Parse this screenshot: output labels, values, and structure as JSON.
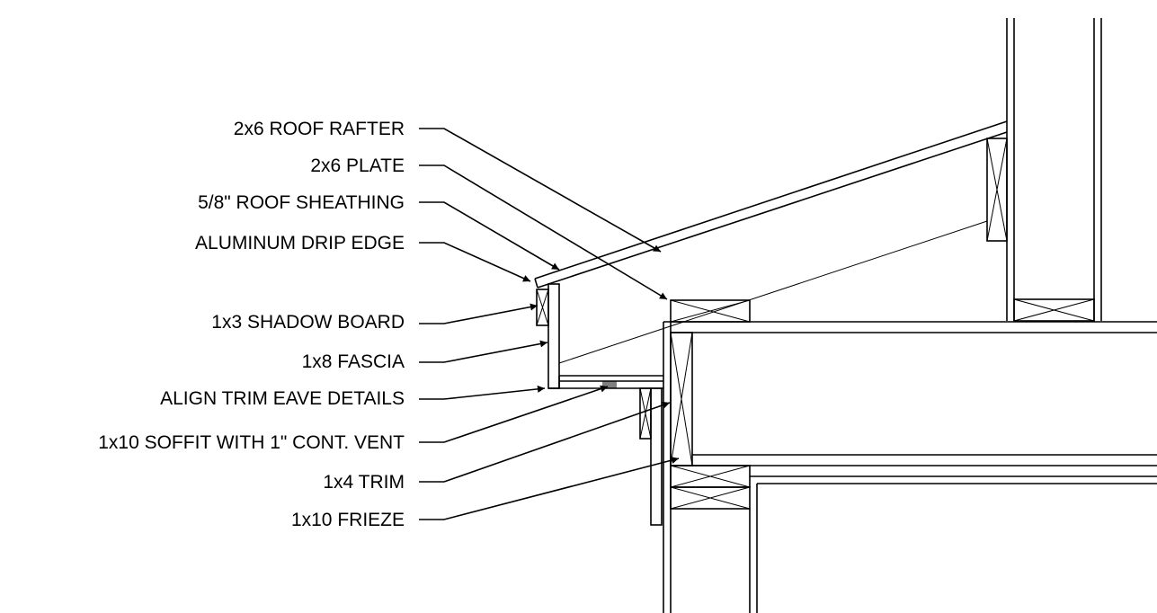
{
  "labels": {
    "roof_rafter": "2x6 ROOF  RAFTER",
    "plate": "2x6 PLATE",
    "roof_sheathing": "5/8\" ROOF SHEATHING",
    "drip_edge": "ALUMINUM DRIP EDGE",
    "shadow_board": "1x3 SHADOW BOARD",
    "fascia": "1x8 FASCIA",
    "align_trim": "ALIGN TRIM EAVE DETAILS",
    "soffit": "1x10 SOFFIT WITH 1\" CONT. VENT",
    "trim": "1x4 TRIM",
    "frieze": "1x10 FRIEZE"
  }
}
